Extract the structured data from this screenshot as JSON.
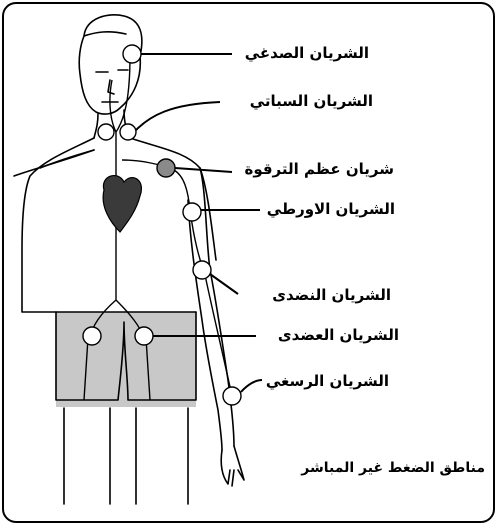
{
  "labels": {
    "temporal": "الشريان الصدغي",
    "carotid": "الشريان السباتي",
    "subclavian": "شريان عظم الترقوة",
    "aortic": "الشريان الاورطي",
    "radial": "الشريان النضدى",
    "femoral": "الشريان العضدى",
    "wrist": "الشريان الرسغي"
  },
  "caption": "مناطق الضغط غير المباشر",
  "colors": {
    "shade": "#c8c8c8",
    "heart": "#3a3a3a",
    "outline": "#000000"
  },
  "icons": [
    "pressure-point-icon",
    "heart-icon"
  ]
}
